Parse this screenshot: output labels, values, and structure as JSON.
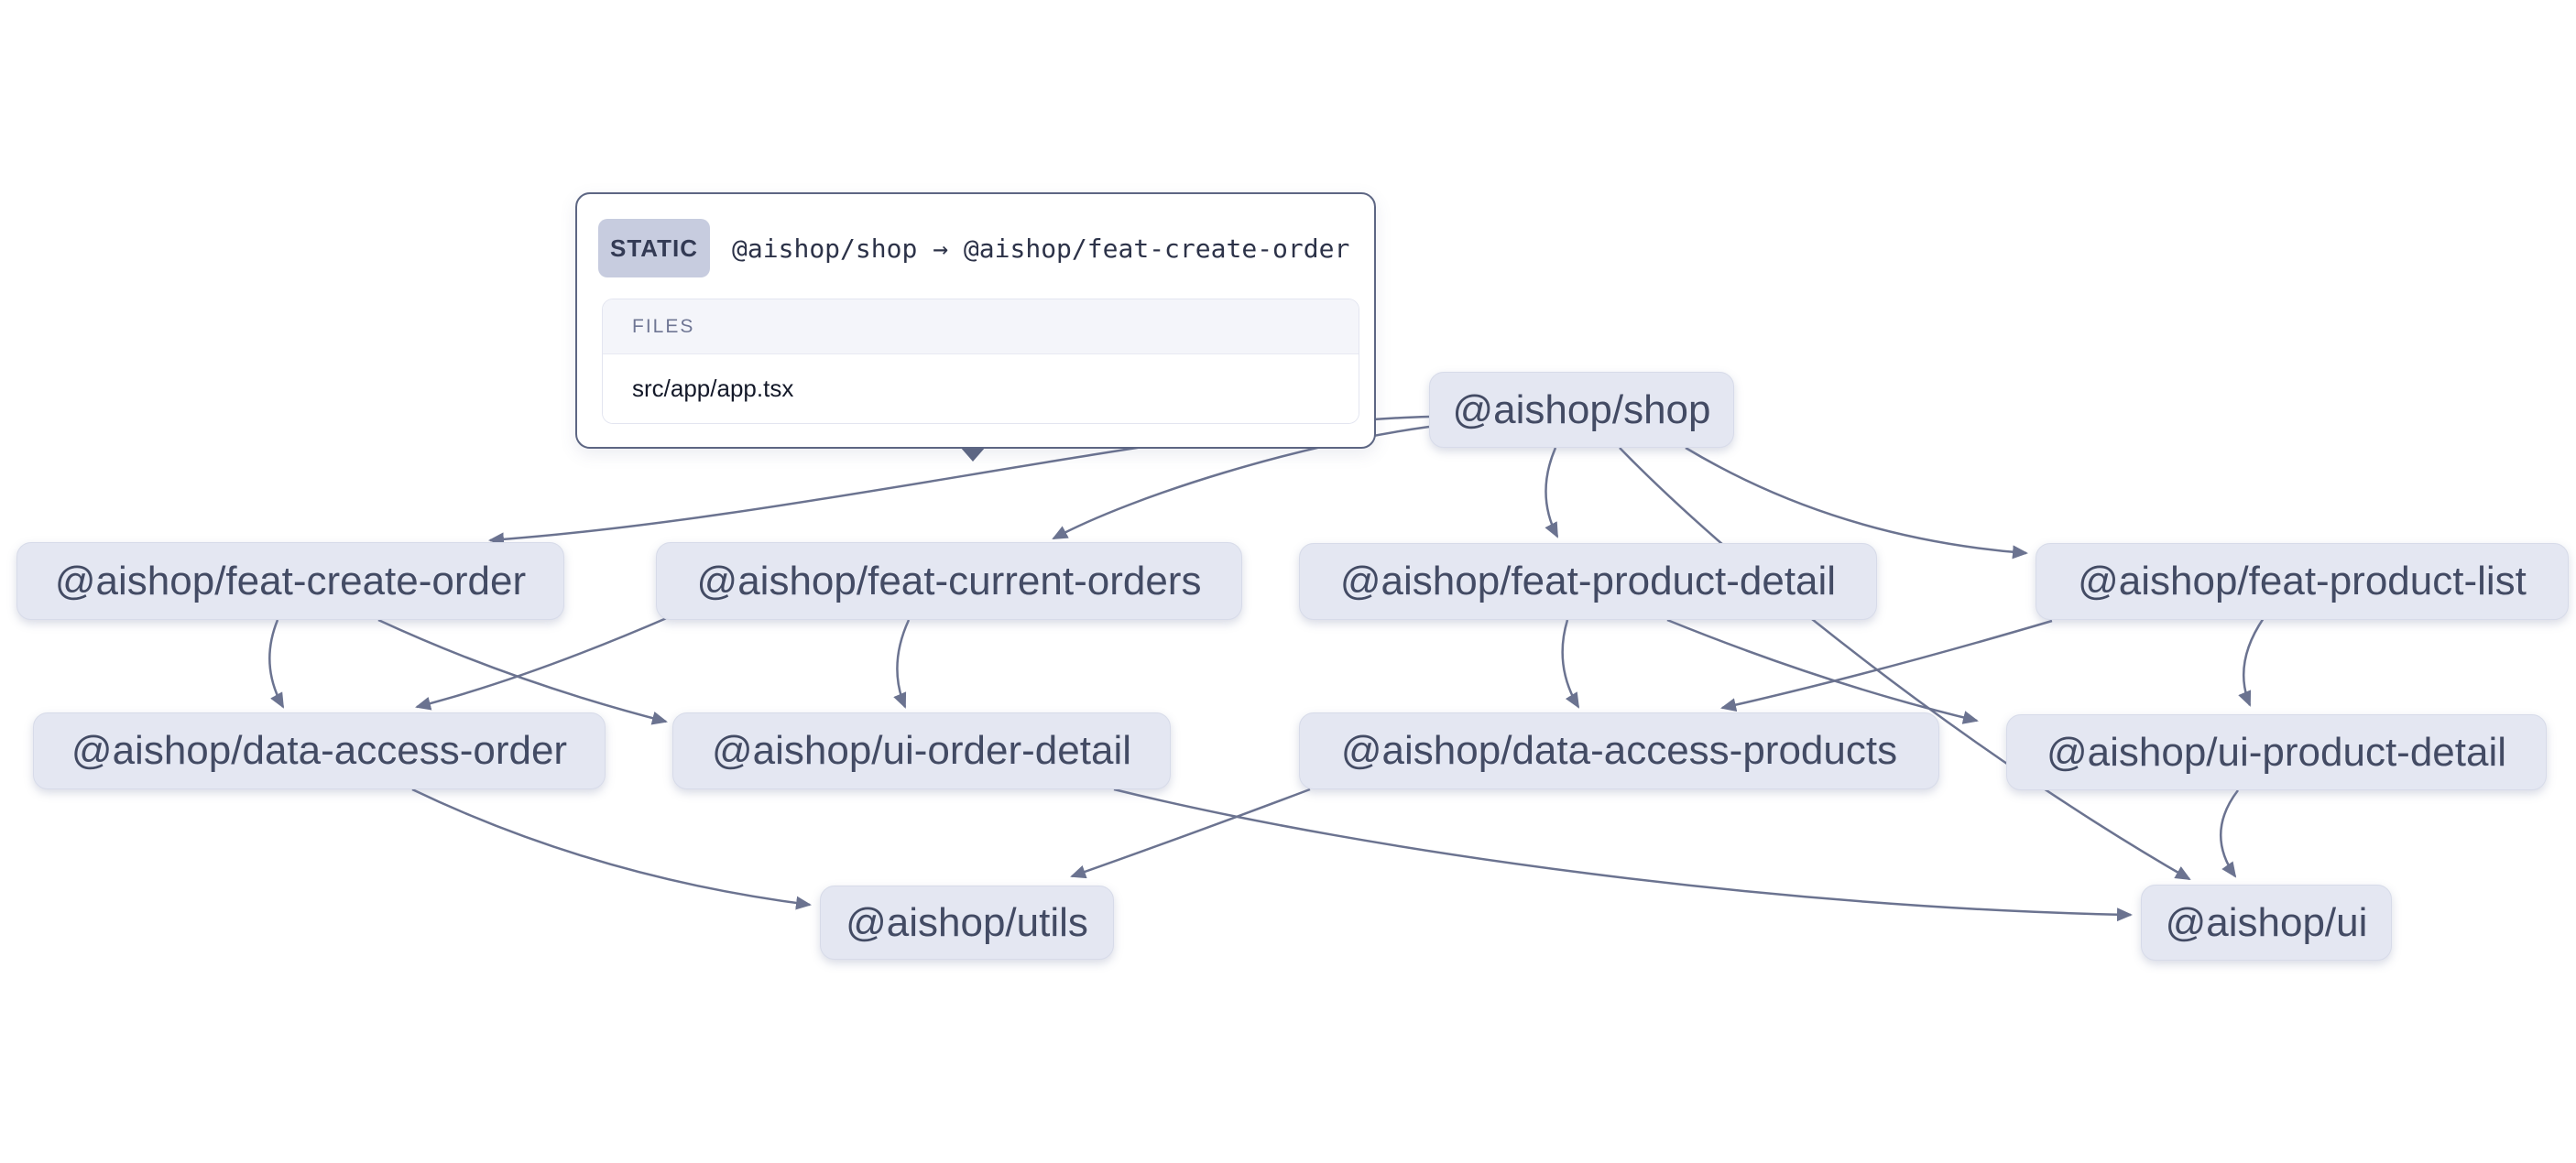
{
  "graph": {
    "nodes": [
      {
        "id": "shop",
        "label": "@aishop/shop"
      },
      {
        "id": "feat-create-order",
        "label": "@aishop/feat-create-order"
      },
      {
        "id": "feat-current-orders",
        "label": "@aishop/feat-current-orders"
      },
      {
        "id": "feat-product-detail",
        "label": "@aishop/feat-product-detail"
      },
      {
        "id": "feat-product-list",
        "label": "@aishop/feat-product-list"
      },
      {
        "id": "data-access-order",
        "label": "@aishop/data-access-order"
      },
      {
        "id": "ui-order-detail",
        "label": "@aishop/ui-order-detail"
      },
      {
        "id": "data-access-products",
        "label": "@aishop/data-access-products"
      },
      {
        "id": "ui-product-detail",
        "label": "@aishop/ui-product-detail"
      },
      {
        "id": "utils",
        "label": "@aishop/utils"
      },
      {
        "id": "ui",
        "label": "@aishop/ui"
      }
    ],
    "edges": [
      {
        "source": "@aishop/shop",
        "target": "@aishop/feat-create-order"
      },
      {
        "source": "@aishop/shop",
        "target": "@aishop/feat-current-orders"
      },
      {
        "source": "@aishop/shop",
        "target": "@aishop/feat-product-detail"
      },
      {
        "source": "@aishop/shop",
        "target": "@aishop/feat-product-list"
      },
      {
        "source": "@aishop/shop",
        "target": "@aishop/ui"
      },
      {
        "source": "@aishop/feat-create-order",
        "target": "@aishop/data-access-order"
      },
      {
        "source": "@aishop/feat-create-order",
        "target": "@aishop/ui-order-detail"
      },
      {
        "source": "@aishop/feat-current-orders",
        "target": "@aishop/data-access-order"
      },
      {
        "source": "@aishop/feat-current-orders",
        "target": "@aishop/ui-order-detail"
      },
      {
        "source": "@aishop/feat-product-detail",
        "target": "@aishop/data-access-products"
      },
      {
        "source": "@aishop/feat-product-detail",
        "target": "@aishop/ui-product-detail"
      },
      {
        "source": "@aishop/feat-product-list",
        "target": "@aishop/data-access-products"
      },
      {
        "source": "@aishop/feat-product-list",
        "target": "@aishop/ui-product-detail"
      },
      {
        "source": "@aishop/data-access-order",
        "target": "@aishop/utils"
      },
      {
        "source": "@aishop/data-access-products",
        "target": "@aishop/utils"
      },
      {
        "source": "@aishop/ui-order-detail",
        "target": "@aishop/ui"
      },
      {
        "source": "@aishop/ui-product-detail",
        "target": "@aishop/ui"
      }
    ]
  },
  "tooltip": {
    "badge": "STATIC",
    "source": "@aishop/shop",
    "arrow_glyph": "→",
    "target": "@aishop/feat-create-order",
    "files_heading": "FILES",
    "files": [
      "src/app/app.tsx"
    ]
  },
  "colors": {
    "edge": "#6b7390",
    "node_fill": "#e4e7f2",
    "node_text": "#434b64",
    "tooltip_border": "#5d6683",
    "badge_fill": "#c7ccdf",
    "badge_text": "#333a54",
    "files_header_fill": "#f4f5fa",
    "files_heading_text": "#6f7694",
    "file_text": "#141929"
  }
}
